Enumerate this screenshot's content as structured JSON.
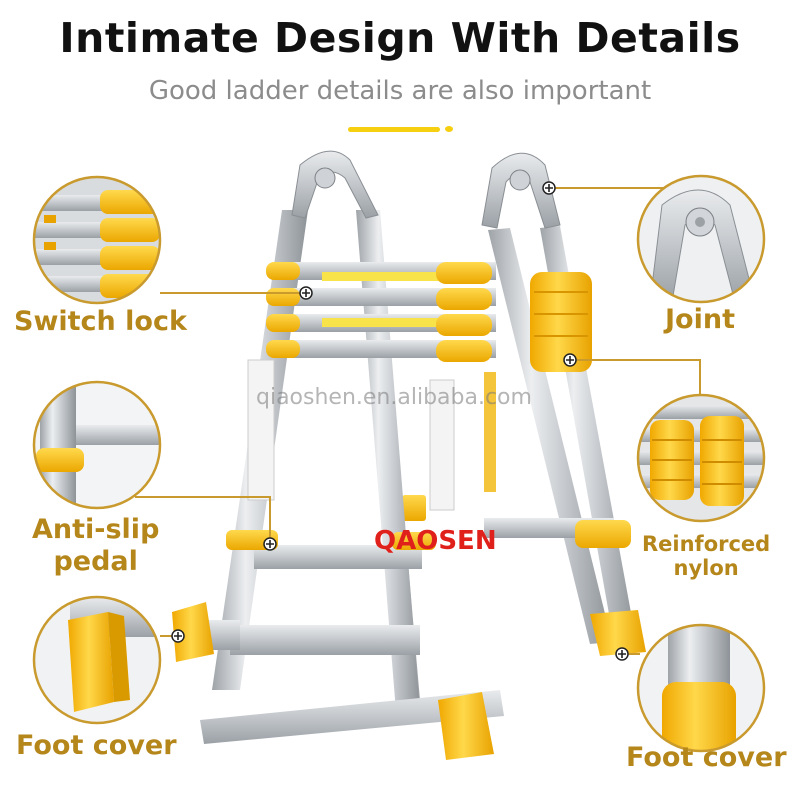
{
  "header": {
    "title": "Intimate Design With Details",
    "subtitle": "Good ladder details are also important"
  },
  "brand": {
    "name": "QAOSEN",
    "color": "#e0201a"
  },
  "watermark": "qiaoshen.en.alibaba.com",
  "labels": {
    "switch_lock": "Switch lock",
    "joint": "Joint",
    "anti_slip_line1": "Anti-slip",
    "anti_slip_line2": "pedal",
    "reinforced_line1": "Reinforced",
    "reinforced_line2": "nylon",
    "foot_cover_left": "Foot cover",
    "foot_cover_right": "Foot cover"
  },
  "colors": {
    "label": "#b5861a",
    "callout_ring": "#c99a2e",
    "accent": "#f5cf10",
    "nylon_yellow": "#f7c20e",
    "aluminum": "#d4d7db"
  },
  "icons": {
    "detail_marker": "plus-circle-icon"
  }
}
